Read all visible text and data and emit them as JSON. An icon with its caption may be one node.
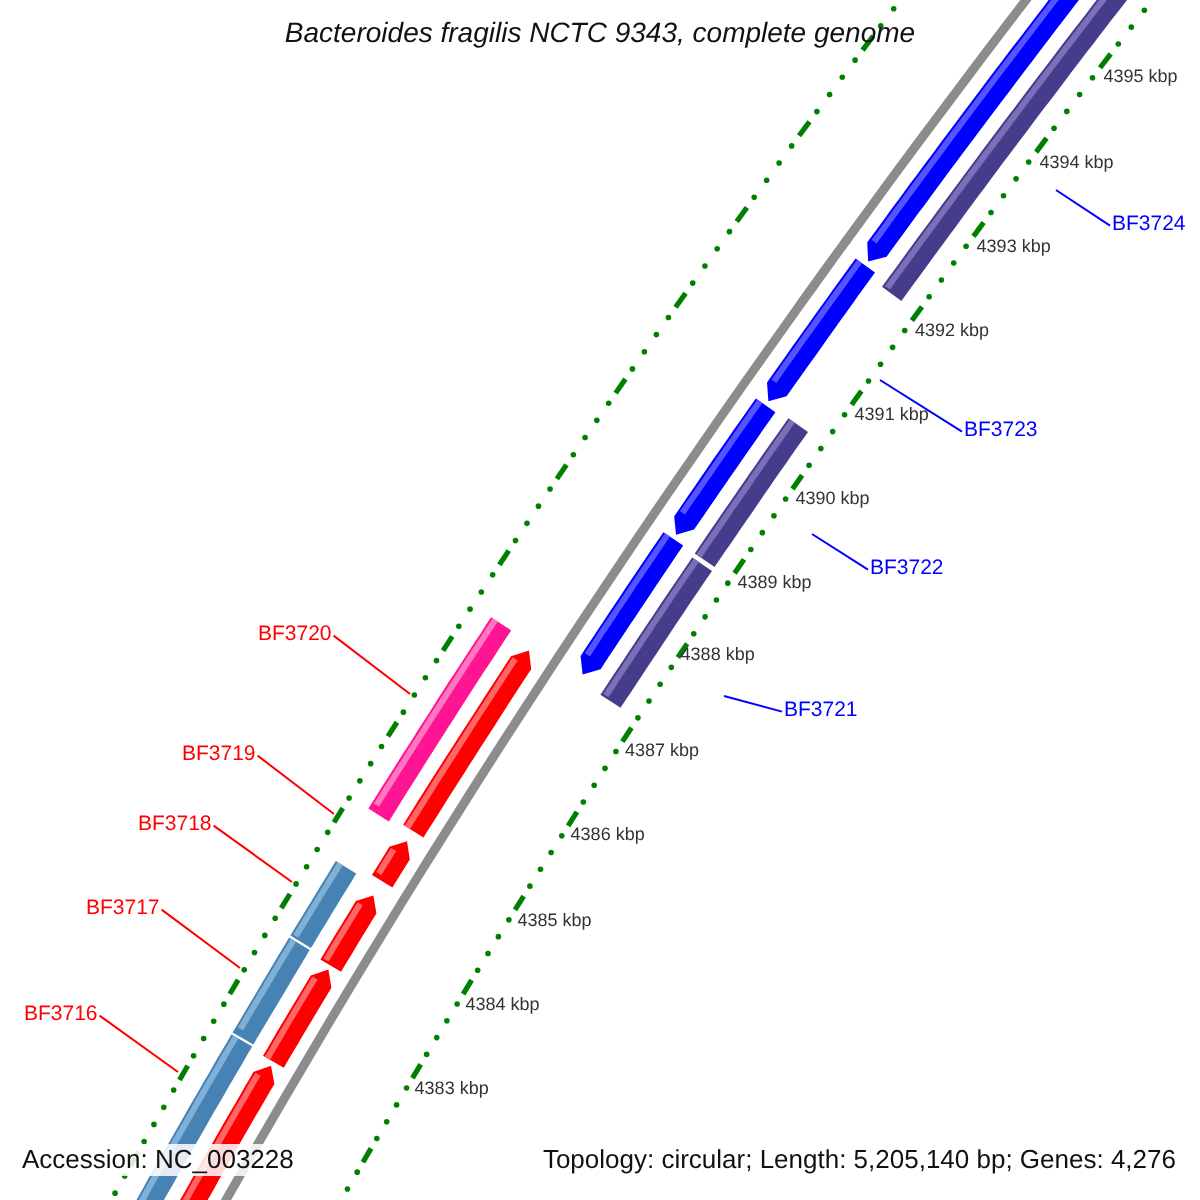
{
  "diagram": {
    "title": "Bacteroides fragilis NCTC 9343, complete genome",
    "nodes": [
      {
        "text": [
          "BF3724"
        ]
      },
      {
        "text": [
          "BF3723"
        ]
      },
      {
        "text": [
          "BF3722"
        ]
      },
      {
        "text": [
          "BF3720"
        ]
      },
      {
        "text": [
          "BF3721"
        ]
      },
      {
        "text": [
          "BF3719"
        ]
      },
      {
        "text": [
          "BF3718"
        ]
      },
      {
        "text": [
          "BF3717"
        ]
      },
      {
        "text": [
          "BF3716"
        ]
      }
    ],
    "edges": [
      {
        "from": 0,
        "to": null,
        "arrow": "none",
        "color": "#0000ff"
      },
      {
        "from": 1,
        "to": null,
        "arrow": "none",
        "color": "#0000ff"
      },
      {
        "from": 2,
        "to": null,
        "arrow": "none",
        "color": "#0000ff"
      },
      {
        "from": 3,
        "to": null,
        "arrow": "none"
      },
      {
        "from": 4,
        "to": null,
        "arrow": "none",
        "color": "#0000ff"
      },
      {
        "from": 5,
        "to": null,
        "arrow": "none"
      },
      {
        "from": 6,
        "to": null,
        "arrow": "none"
      },
      {
        "from": 7,
        "to": null,
        "arrow": "none"
      },
      {
        "from": 8,
        "to": null,
        "arrow": "none"
      }
    ],
    "labels": [
      "4395 kbp",
      "4394 kbp",
      "4393 kbp",
      "4392 kbp",
      "4391 kbp",
      "4390 kbp",
      "4389 kbp",
      "4388 kbp",
      "4387 kbp",
      "4386 kbp",
      "4385 kbp",
      "4384 kbp",
      "4383 kbp",
      "Accession: NC_003228",
      "Topology: circular; Length: 5,205,140 bp; Genes: 4,276"
    ]
  }
}
